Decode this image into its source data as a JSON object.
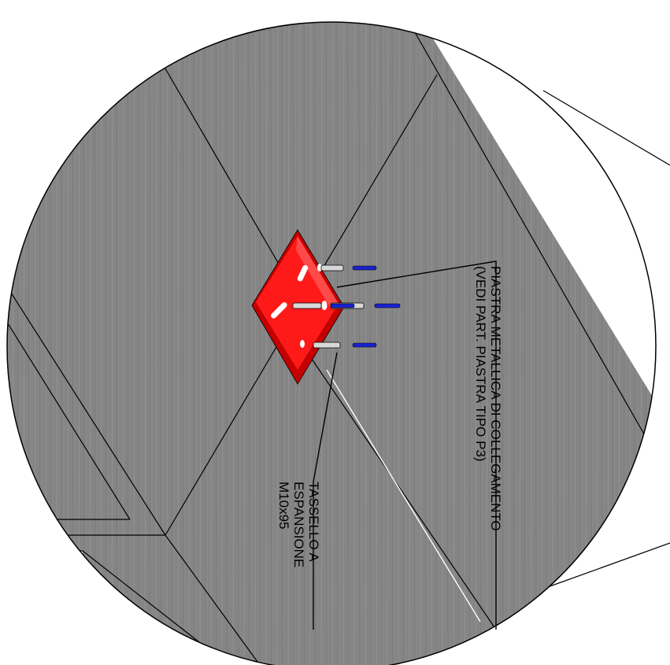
{
  "colors": {
    "background": "#ffffff",
    "concrete": "#858585",
    "concrete_dark": "#7a7a7a",
    "concrete_light": "#a6a6a6",
    "plate": "#ff1a1a",
    "plate_dark": "#c40000",
    "plate_light": "#ff6a6a",
    "bolt": "#1a22cc",
    "anchor": "#d0d0d0",
    "line": "#000000"
  },
  "annotations": {
    "plate_label": {
      "line1": "PIASTRA METALLICA DI COLLEGAMENTO",
      "line2": "(VEDI PART. PIASTRA TIPO P3)"
    },
    "anchor_label": {
      "line1": "TASSELLO A",
      "line2": "ESPANSIONE",
      "line3": "M10x95"
    }
  },
  "parts": [
    {
      "name": "plate",
      "icon": "red-steel-plate"
    },
    {
      "name": "expansion-anchor",
      "count": 4
    },
    {
      "name": "blue-bolt",
      "count": 4
    }
  ]
}
